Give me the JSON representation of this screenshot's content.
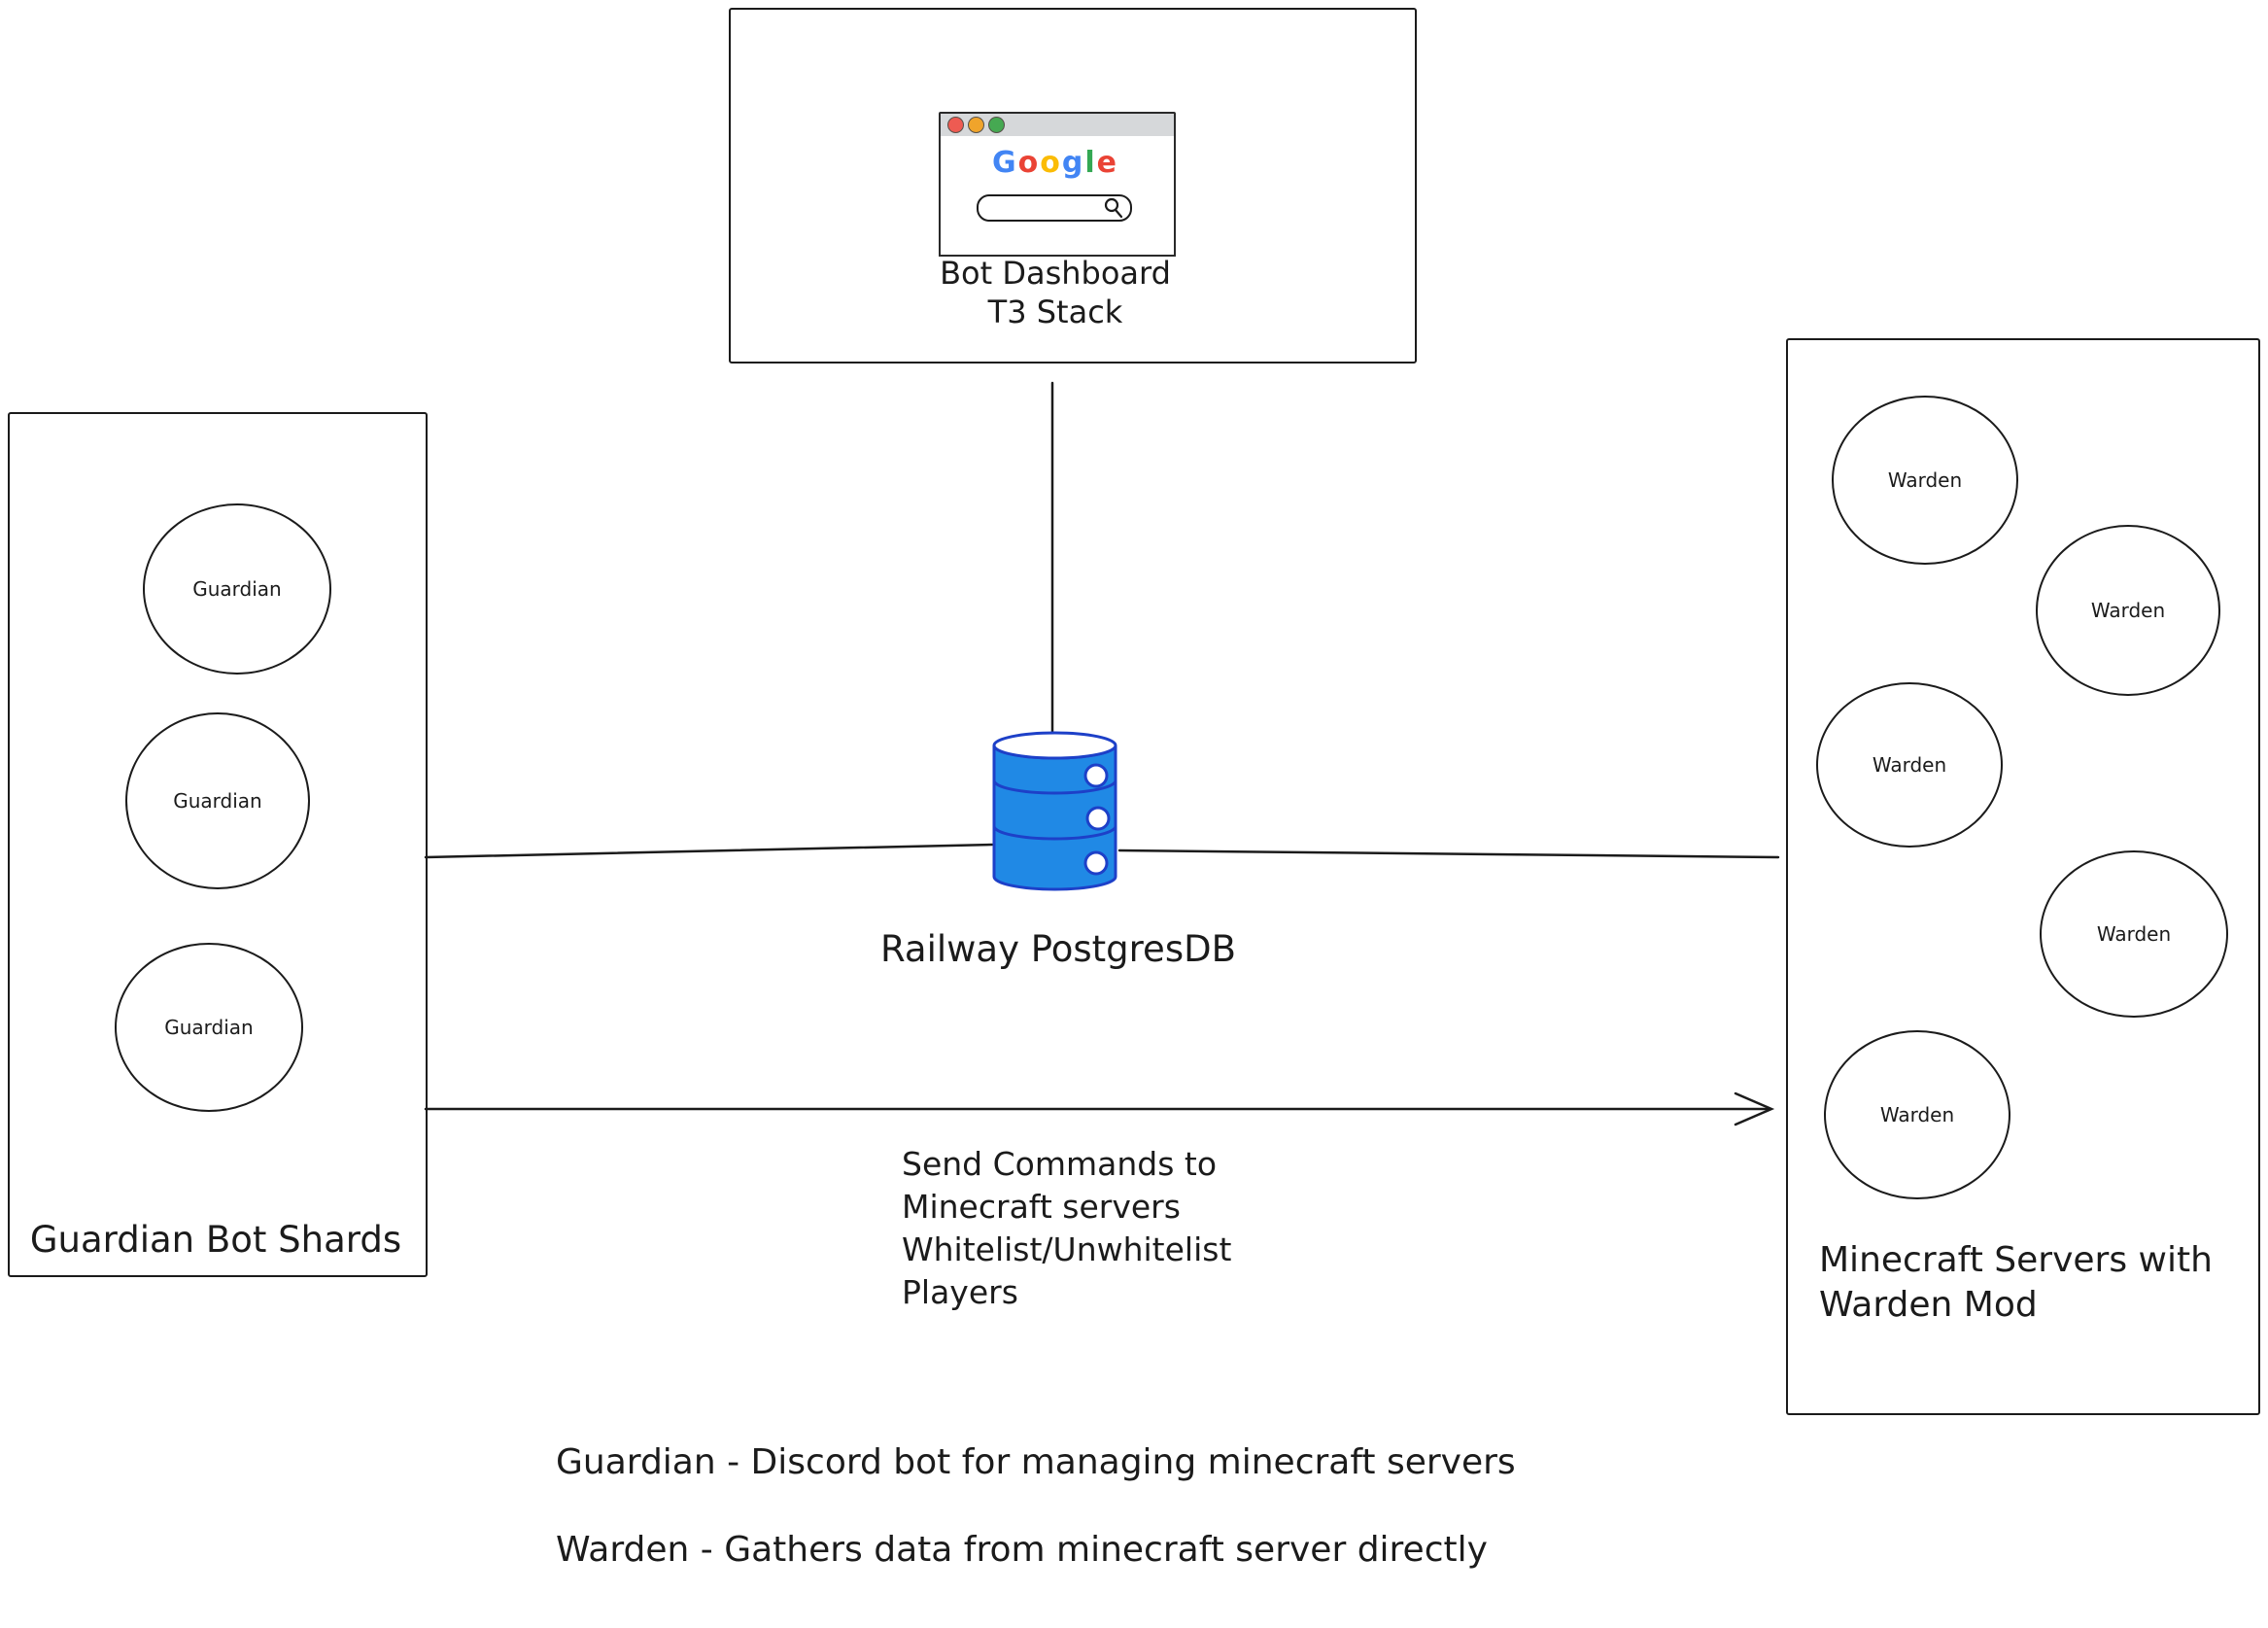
{
  "dashboard": {
    "title_line1": "Bot Dashboard",
    "title_line2": "T3 Stack",
    "browser": {
      "traffic_lights": [
        {
          "name": "close-light",
          "style": "background:#ee5b52"
        },
        {
          "name": "minimize-light",
          "style": "background:#f0a42b"
        },
        {
          "name": "zoom-light",
          "style": "background:#46a952"
        }
      ],
      "logo_letters": [
        {
          "ch": "G",
          "style": "color:#4285f4"
        },
        {
          "ch": "o",
          "style": "color:#ea4335"
        },
        {
          "ch": "o",
          "style": "color:#fbbc05"
        },
        {
          "ch": "g",
          "style": "color:#4285f4"
        },
        {
          "ch": "l",
          "style": "color:#34a853"
        },
        {
          "ch": "e",
          "style": "color:#ea4335"
        }
      ]
    }
  },
  "guardian_box": {
    "label": "Guardian Bot Shards",
    "nodes": [
      "Guardian",
      "Guardian",
      "Guardian"
    ]
  },
  "warden_box": {
    "label_line1": "Minecraft Servers with",
    "label_line2": "Warden Mod",
    "nodes": [
      "Warden",
      "Warden",
      "Warden",
      "Warden",
      "Warden"
    ]
  },
  "database": {
    "label": "Railway PostgresDB",
    "fill": "#2089e5",
    "stroke": "#1d40c8"
  },
  "arrow": {
    "label_lines": [
      "Send Commands to",
      "Minecraft servers",
      "Whitelist/Unwhitelist",
      "Players"
    ]
  },
  "legend": {
    "line1": "Guardian - Discord bot for managing minecraft servers",
    "line2": "Warden - Gathers data from minecraft server directly"
  }
}
